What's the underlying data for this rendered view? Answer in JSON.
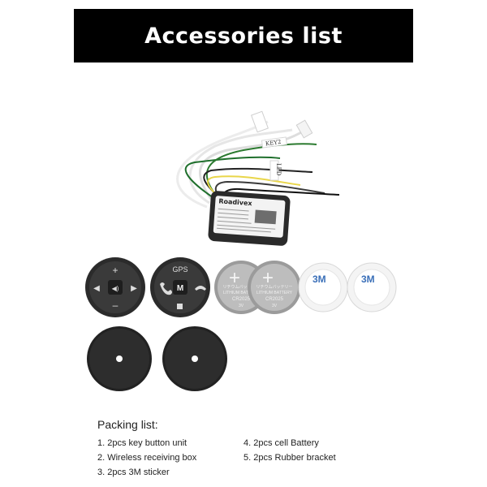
{
  "banner": {
    "title": "Accessories list"
  },
  "receiver": {
    "brand": "Roadivex",
    "wire_labels": [
      "KEY2",
      "LED"
    ]
  },
  "key_button_unit_1": {
    "up": "+",
    "down": "–",
    "left": "◀",
    "right": "▶",
    "center": "◀)"
  },
  "key_button_unit_2": {
    "top": "GPS",
    "center": "M"
  },
  "battery": {
    "plus": "+",
    "line1": "リチウムバッテリー",
    "line2": "LITHIUM BATTERY",
    "model": "CR2025",
    "voltage": "3V"
  },
  "sticker": {
    "brand": "3M"
  },
  "packing": {
    "title": "Packing list:",
    "items": [
      "1. 2pcs key button unit",
      "4. 2pcs cell Battery",
      "2. Wireless receiving box",
      "5. 2pcs Rubber bracket",
      "3. 2pcs 3M sticker"
    ]
  }
}
